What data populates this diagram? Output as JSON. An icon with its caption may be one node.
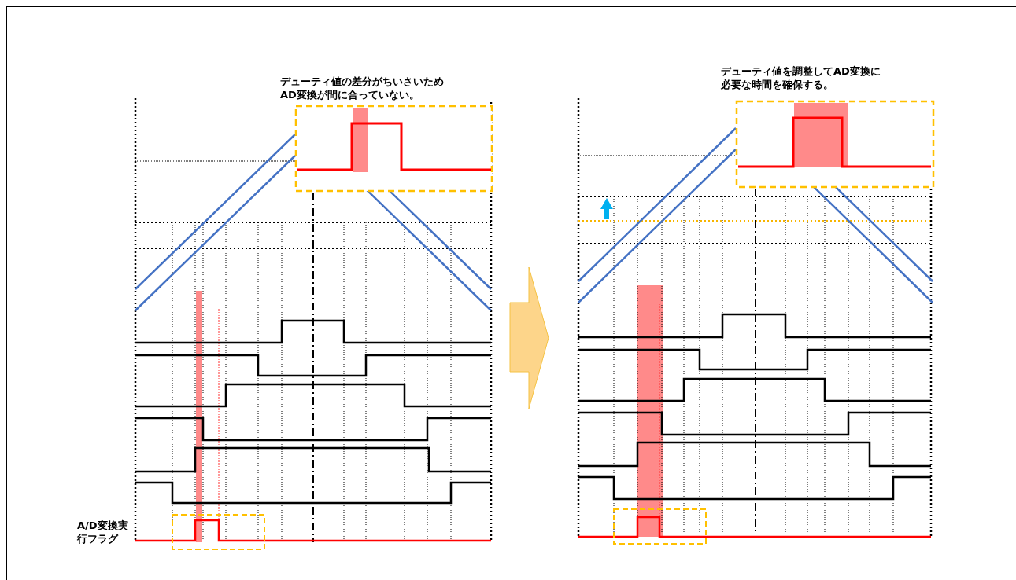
{
  "diagram": {
    "labels": [
      "デューティ値の差分がちいさいためAD変換が間に合っていない。",
      "デューティ値を調整してAD変換に必要な時間を確保する。",
      "A/D変換実行フラグ"
    ]
  }
}
